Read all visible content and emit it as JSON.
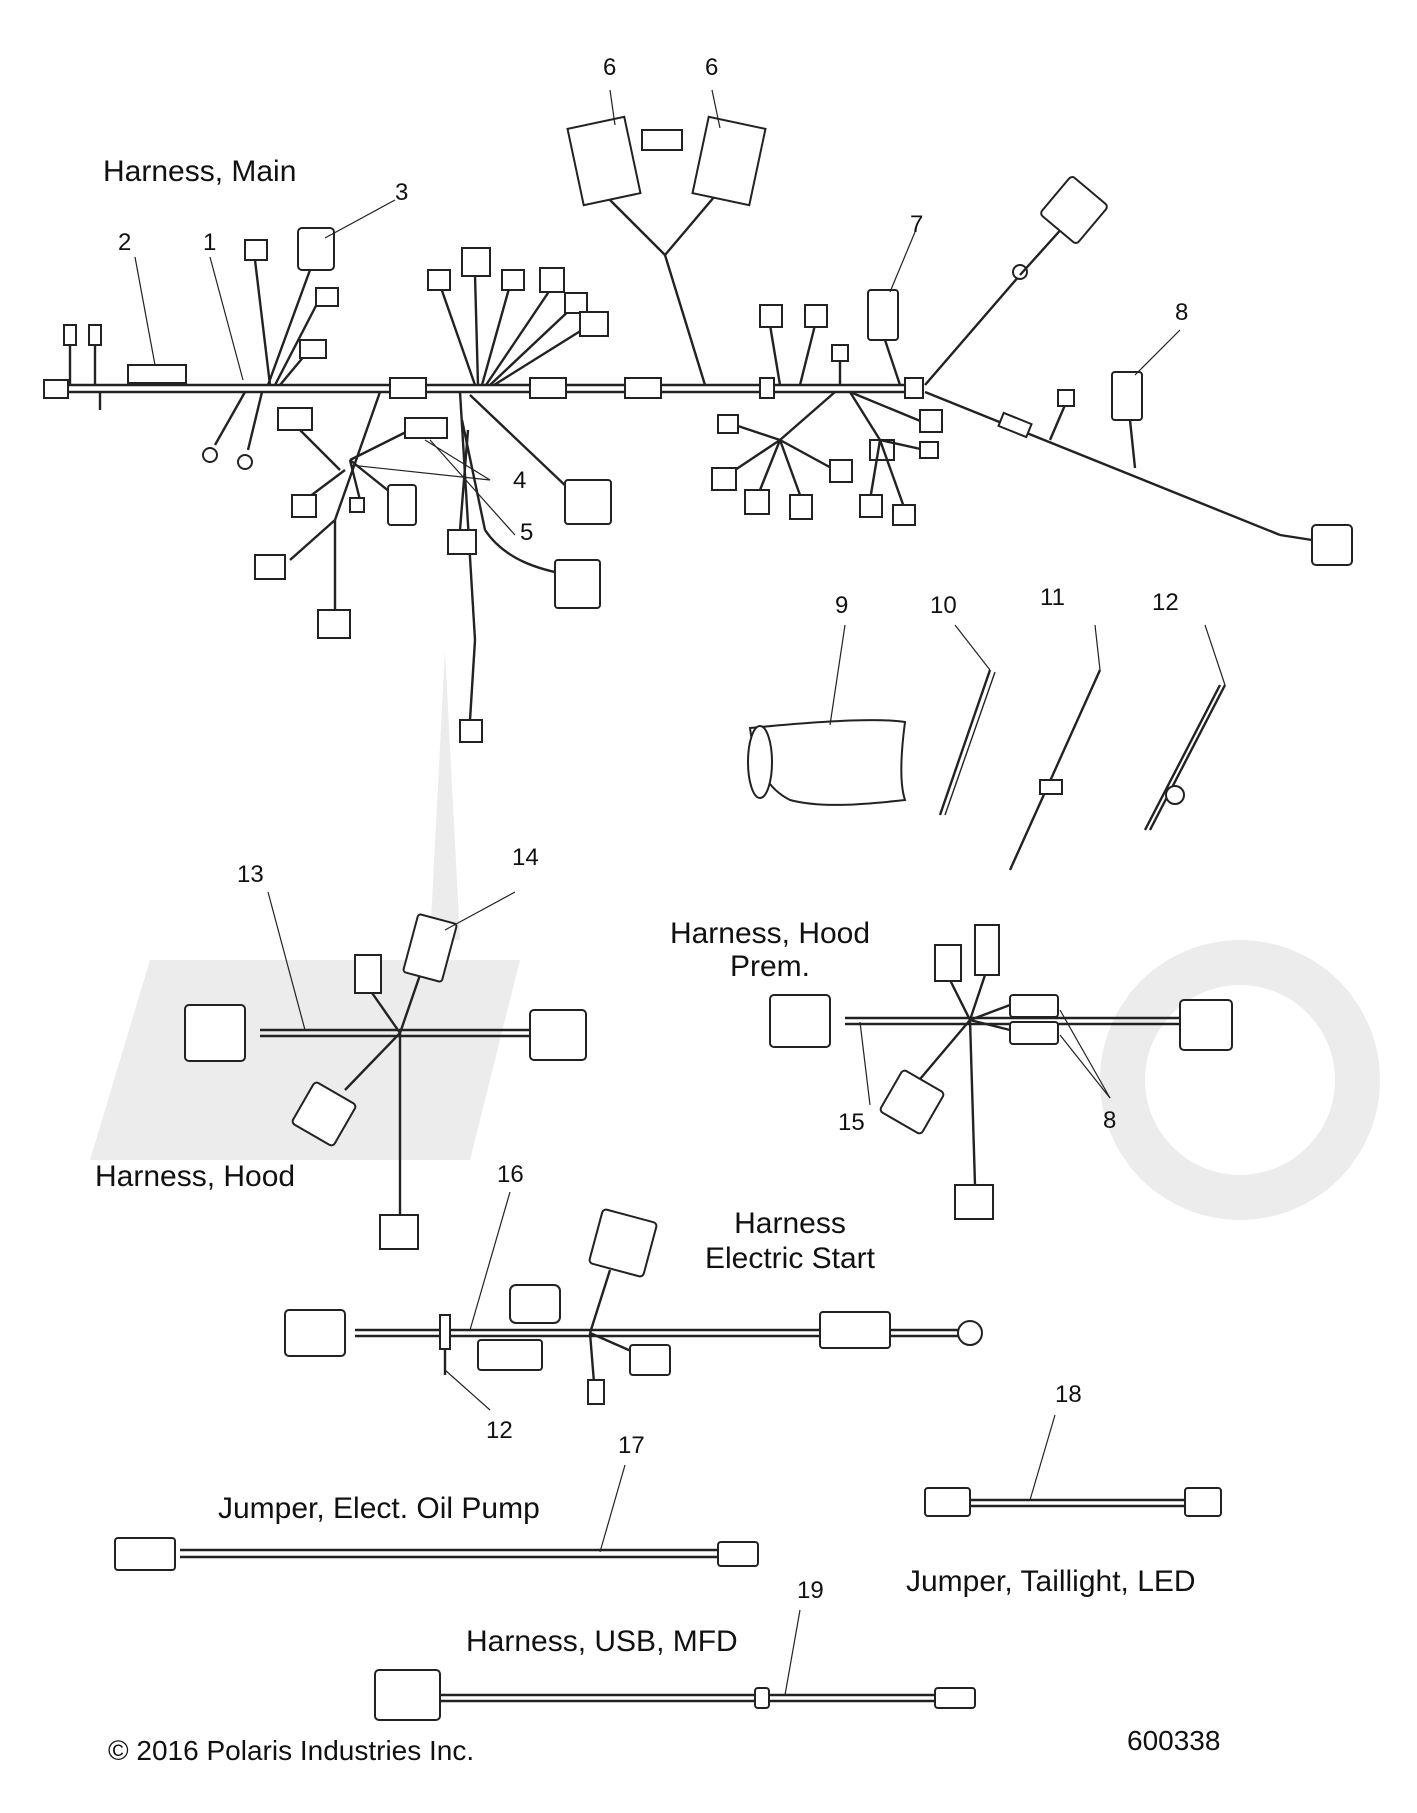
{
  "labels": {
    "harness_main": "Harness, Main",
    "harness_hood": "Harness, Hood",
    "harness_hood_prem_1": "Harness, Hood",
    "harness_hood_prem_2": "Prem.",
    "harness_electric_start_1": "Harness",
    "harness_electric_start_2": "Electric Start",
    "jumper_oil_pump": "Jumper, Elect. Oil Pump",
    "jumper_taillight": "Jumper, Taillight, LED",
    "harness_usb": "Harness, USB, MFD"
  },
  "callouts": {
    "c1": "1",
    "c2": "2",
    "c3": "3",
    "c4": "4",
    "c5": "5",
    "c6a": "6",
    "c6b": "6",
    "c7": "7",
    "c8a": "8",
    "c8b": "8",
    "c9": "9",
    "c10": "10",
    "c11": "11",
    "c12a": "12",
    "c12b": "12",
    "c13": "13",
    "c14": "14",
    "c15": "15",
    "c16": "16",
    "c17": "17",
    "c18": "18",
    "c19": "19"
  },
  "footer": {
    "copyright": "© 2016 Polaris Industries Inc.",
    "figure_number": "600338"
  }
}
